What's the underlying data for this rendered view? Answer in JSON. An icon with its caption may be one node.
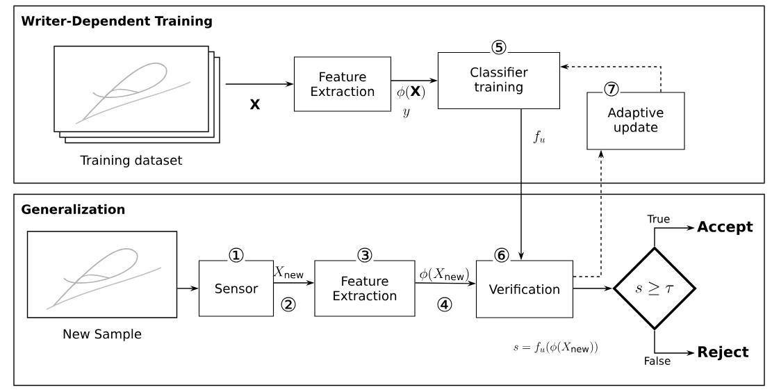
{
  "diagram": {
    "nodes": [
      {
        "text": [
          "Writer-Dependent Training"
        ]
      },
      {
        "text": [],
        "shape": "picture",
        "in": 0,
        "beside": [
          "Training dataset"
        ]
      },
      {
        "text": [
          "Feature Extraction"
        ],
        "in": 0
      },
      {
        "text": [
          "Classifier training"
        ],
        "in": 0,
        "beside": [
          "⑤"
        ]
      },
      {
        "text": [
          "Adaptive update"
        ],
        "in": 0,
        "beside": [
          "⑦"
        ]
      },
      {
        "text": [
          "Generalization"
        ]
      },
      {
        "text": [],
        "shape": "picture",
        "in": 5,
        "beside": [
          "New Sample"
        ]
      },
      {
        "text": [
          "Sensor"
        ],
        "in": 5,
        "beside": [
          "①"
        ]
      },
      {
        "text": [
          "Feature Extraction"
        ],
        "in": 5,
        "beside": [
          "③"
        ]
      },
      {
        "text": [
          "Verification"
        ],
        "in": 5,
        "beside": [
          "⑥",
          "s = f_u\\big(\\phi(X_{\\mathrm{new}})\\big)"
        ]
      },
      {
        "text": [
          "s \\geq \\tau"
        ],
        "in": 5
      },
      {
        "text": [
          "Accept"
        ],
        "in": 5
      },
      {
        "text": [
          "Reject"
        ],
        "in": 5
      }
    ],
    "edges": [
      {
        "from": 1,
        "to": 2,
        "arrow": "to",
        "label": "\\mathbf{X}"
      },
      {
        "from": 2,
        "to": 3,
        "arrow": "to",
        "label": "\\phi(\\mathbf{X})"
      },
      {
        "from": 3,
        "to": 9,
        "arrow": "to",
        "label": "f_u"
      },
      {
        "from": 4,
        "to": 3,
        "arrow": "to",
        "style": "dashed"
      },
      {
        "from": 9,
        "to": 4,
        "arrow": "to",
        "style": "dashed"
      },
      {
        "from": 6,
        "to": 7,
        "arrow": "to"
      },
      {
        "from": 7,
        "to": 8,
        "arrow": "to",
        "label": "X_{\\mathrm{new}}"
      },
      {
        "from": 8,
        "to": 9,
        "arrow": "to",
        "label": "\\phi(X_{\\mathrm{new}})"
      },
      {
        "from": 9,
        "to": 10,
        "arrow": "to"
      },
      {
        "from": 10,
        "to": 11,
        "arrow": "to",
        "label": "True"
      },
      {
        "from": 10,
        "to": 12,
        "arrow": "to",
        "label": "False"
      }
    ],
    "labels": [
      "y",
      "②",
      "④"
    ]
  }
}
